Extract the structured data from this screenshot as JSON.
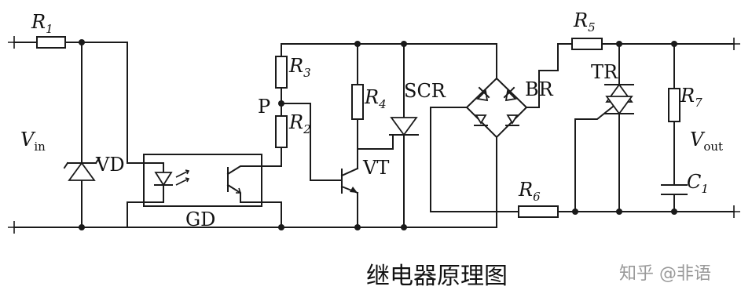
{
  "labels": {
    "r1": "R",
    "r1_sub": "1",
    "r2": "R",
    "r2_sub": "2",
    "r3": "R",
    "r3_sub": "3",
    "r4": "R",
    "r4_sub": "4",
    "r5": "R",
    "r5_sub": "5",
    "r6": "R",
    "r6_sub": "6",
    "r7": "R",
    "r7_sub": "7",
    "c1": "C",
    "c1_sub": "1",
    "vin": "V",
    "vin_sub": "in",
    "vout": "V",
    "vout_sub": "out",
    "vd": "VD",
    "gd": "GD",
    "p": "P",
    "scr": "SCR",
    "vt": "VT",
    "br": "BR",
    "tr": "TR"
  },
  "caption": "继电器原理图",
  "watermark": "知乎 @非语"
}
